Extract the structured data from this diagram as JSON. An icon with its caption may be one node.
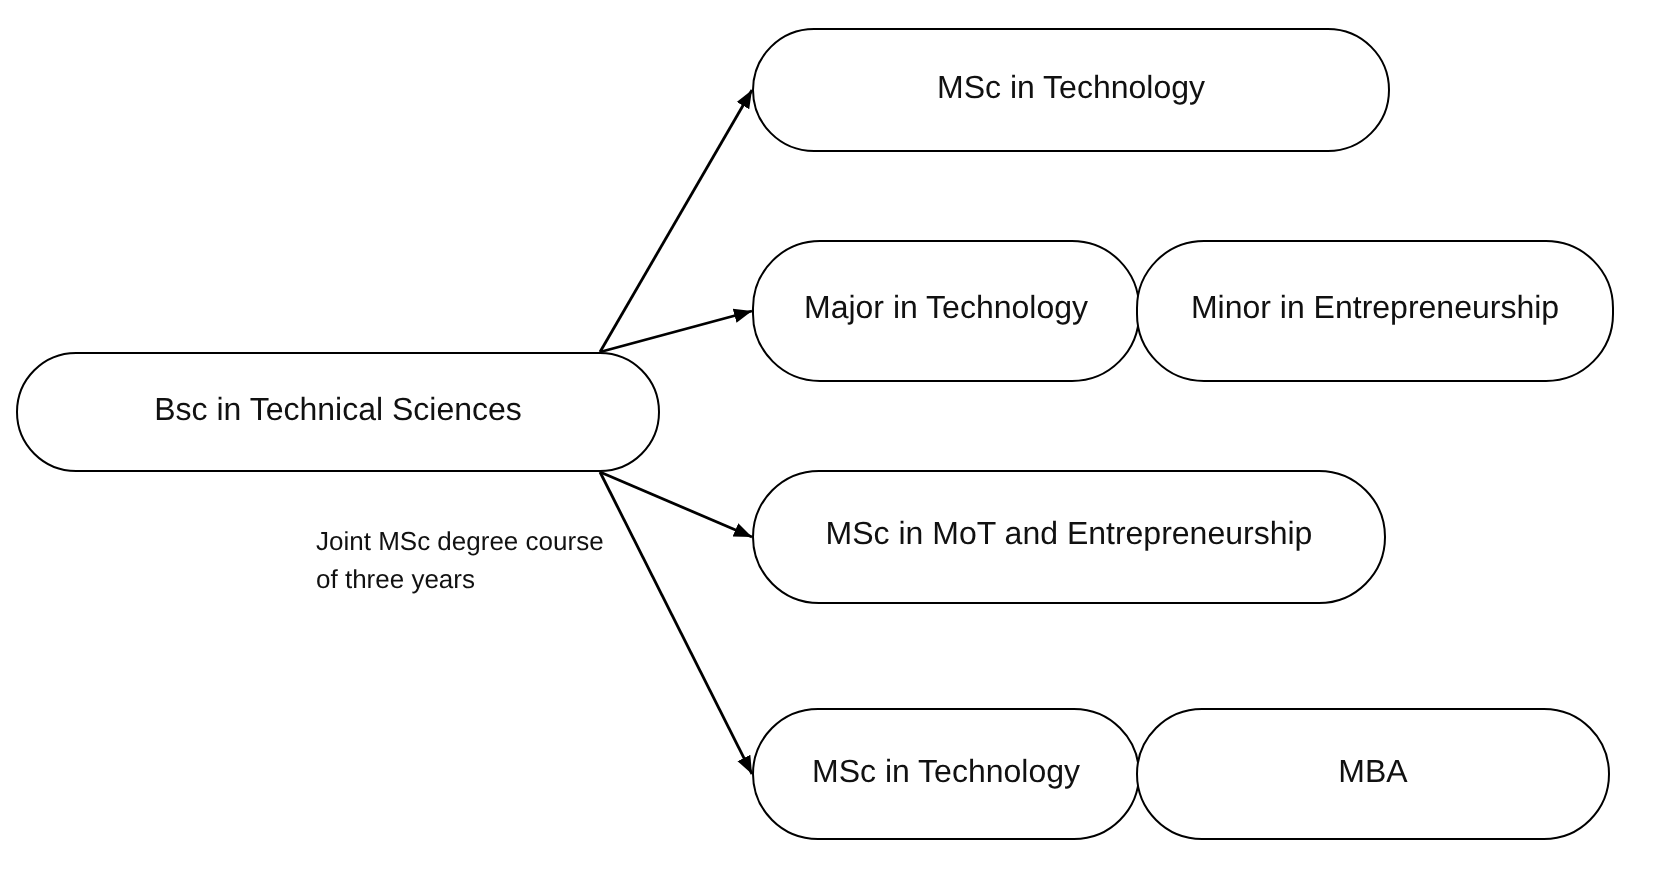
{
  "diagram": {
    "nodes": [
      {
        "text": [
          "Bsc in Technical Sciences"
        ]
      },
      {
        "text": [
          "MSc in Technology"
        ]
      },
      {
        "text": [
          "Major in Technology"
        ]
      },
      {
        "text": [
          "Minor in Entrepreneurship"
        ]
      },
      {
        "text": [
          "MSc in MoT and Entrepreneurship"
        ]
      },
      {
        "text": [
          "MSc in Technology"
        ]
      },
      {
        "text": [
          "MBA"
        ]
      }
    ],
    "edges": [
      {
        "from": 0,
        "to": 1,
        "arrow": "to"
      },
      {
        "from": 0,
        "to": 2,
        "arrow": "to"
      },
      {
        "from": 0,
        "to": 4,
        "arrow": "to"
      },
      {
        "from": 0,
        "to": 5,
        "arrow": "to",
        "label": "Joint MSc degree course of three years"
      }
    ]
  }
}
